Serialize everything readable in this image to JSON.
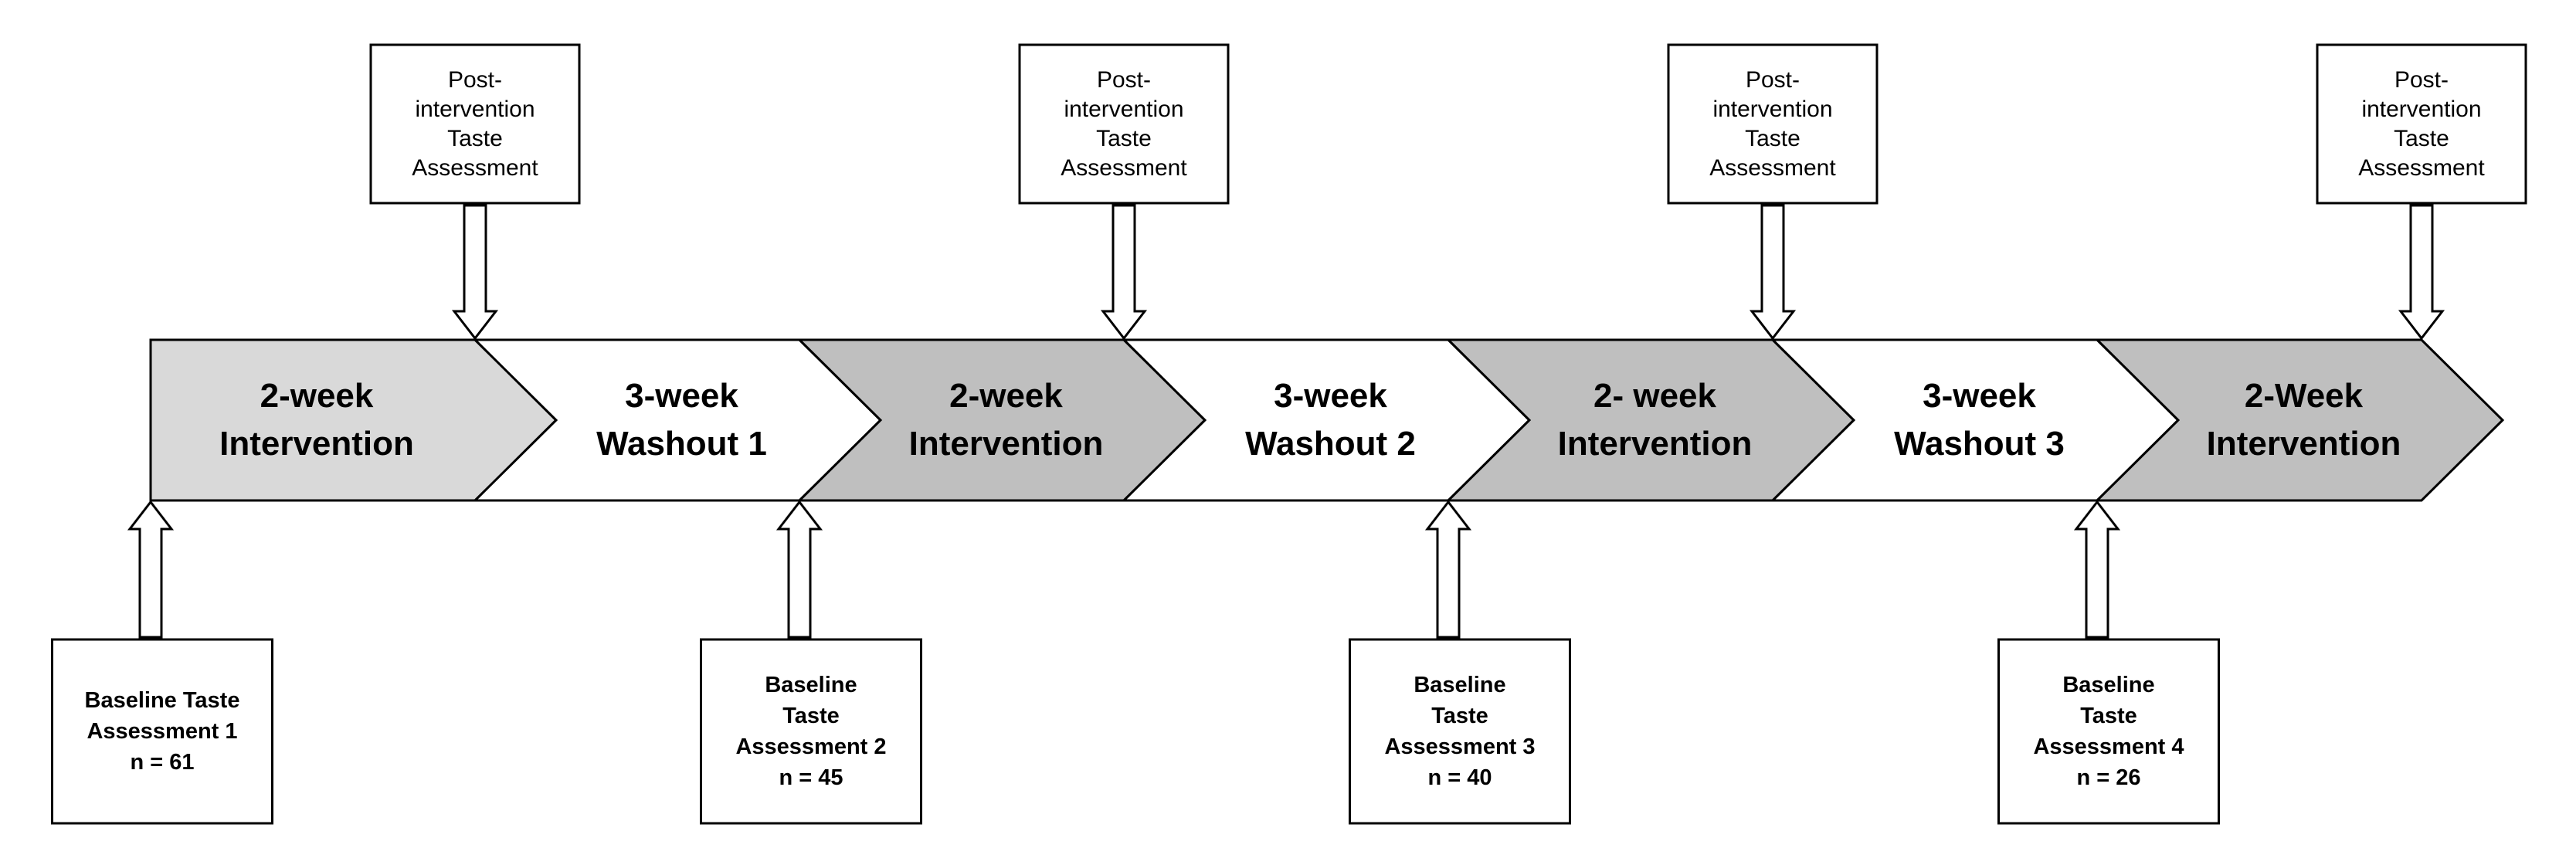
{
  "colors": {
    "background": "#ffffff",
    "outline": "#000000",
    "first_intervention_fill": "#d9d9d9",
    "intervention_fill": "#bfbfbf",
    "washout_fill": "#ffffff"
  },
  "phases": [
    {
      "label": "2-week\nIntervention",
      "kind": "intervention"
    },
    {
      "label": "3-week\nWashout 1",
      "kind": "washout"
    },
    {
      "label": "2-week\nIntervention",
      "kind": "intervention"
    },
    {
      "label": "3-week\nWashout 2",
      "kind": "washout"
    },
    {
      "label": "2- week\nIntervention",
      "kind": "intervention"
    },
    {
      "label": "3-week\nWashout 3",
      "kind": "washout"
    },
    {
      "label": "2-Week\nIntervention",
      "kind": "intervention"
    }
  ],
  "post_assessments": [
    {
      "label": "Post-\nintervention\nTaste\nAssessment"
    },
    {
      "label": "Post-\nintervention\nTaste\nAssessment"
    },
    {
      "label": "Post-\nintervention\nTaste\nAssessment"
    },
    {
      "label": "Post-\nintervention\nTaste\nAssessment"
    }
  ],
  "baseline_assessments": [
    {
      "label": "Baseline Taste\nAssessment 1\nn = 61"
    },
    {
      "label": "Baseline\nTaste\nAssessment 2\nn = 45"
    },
    {
      "label": "Baseline\nTaste\nAssessment 3\nn = 40"
    },
    {
      "label": "Baseline\nTaste\nAssessment 4\nn = 26"
    }
  ]
}
